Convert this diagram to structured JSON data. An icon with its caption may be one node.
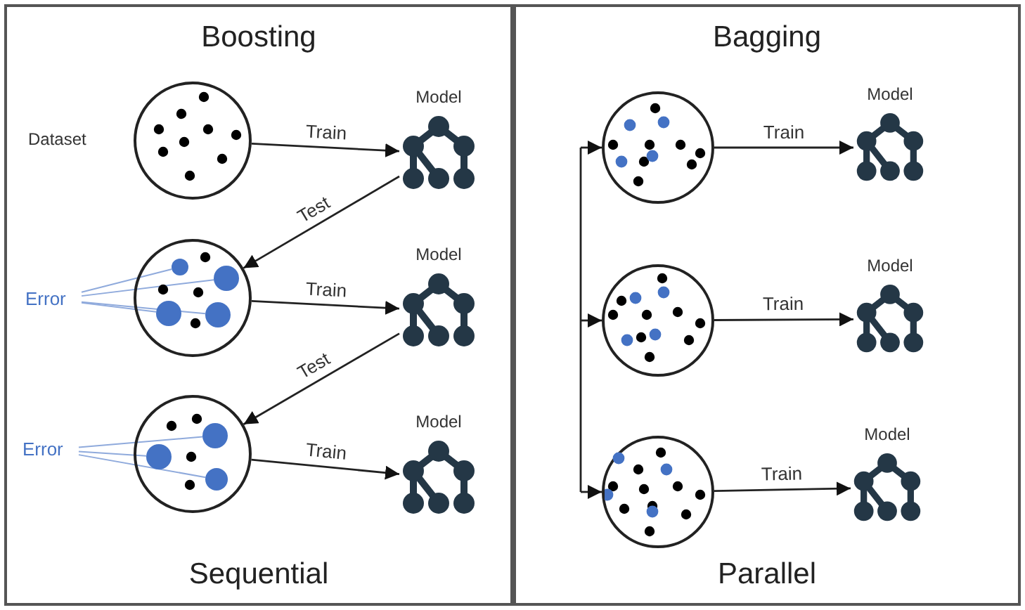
{
  "diagram": {
    "nodes": [
      {
        "text": [
          "Boosting",
          "Sequential"
        ]
      },
      {
        "text": [],
        "shape": "circle",
        "in": 0,
        "beside": [
          "Dataset"
        ]
      },
      {
        "text": [],
        "shape": "tree",
        "in": 0,
        "beside": [
          "Model"
        ]
      },
      {
        "text": [
          "Error"
        ],
        "in": 0
      },
      {
        "text": [],
        "shape": "circle",
        "in": 0
      },
      {
        "text": [],
        "shape": "circle",
        "in": 4
      },
      {
        "text": [],
        "shape": "circle",
        "in": 4
      },
      {
        "text": [],
        "shape": "circle",
        "in": 4
      },
      {
        "text": [],
        "shape": "circle",
        "in": 4
      },
      {
        "text": [],
        "shape": "tree",
        "in": 0,
        "beside": [
          "Model"
        ]
      },
      {
        "text": [
          "Error"
        ],
        "in": 0
      },
      {
        "text": [],
        "shape": "circle",
        "in": 0
      },
      {
        "text": [],
        "shape": "circle",
        "in": 11
      },
      {
        "text": [],
        "shape": "circle",
        "in": 11
      },
      {
        "text": [],
        "shape": "circle",
        "in": 11
      },
      {
        "text": [],
        "shape": "tree",
        "in": 0,
        "beside": [
          "Model"
        ]
      },
      {
        "text": [
          "Bagging",
          "Parallel"
        ]
      },
      {
        "text": [],
        "shape": "circle",
        "in": 16
      },
      {
        "text": [],
        "shape": "tree",
        "in": 16,
        "beside": [
          "Model"
        ]
      },
      {
        "text": [],
        "shape": "circle",
        "in": 16
      },
      {
        "text": [],
        "shape": "tree",
        "in": 16,
        "beside": [
          "Model"
        ]
      },
      {
        "text": [],
        "shape": "circle",
        "in": 16
      },
      {
        "text": [],
        "shape": "tree",
        "in": 16,
        "beside": [
          "Model"
        ]
      }
    ],
    "edges": [
      {
        "from": 1,
        "to": 2,
        "arrow": "to",
        "label": "Train"
      },
      {
        "from": 2,
        "to": 4,
        "arrow": "to",
        "label": "Test"
      },
      {
        "from": 4,
        "to": 9,
        "arrow": "to",
        "label": "Train"
      },
      {
        "from": 9,
        "to": 11,
        "arrow": "to",
        "label": "Test"
      },
      {
        "from": 11,
        "to": 15,
        "arrow": "to",
        "label": "Train"
      },
      {
        "from": 3,
        "to": 5,
        "arrow": "none",
        "color": "#8faadc"
      },
      {
        "from": 3,
        "to": 6,
        "arrow": "none",
        "color": "#8faadc"
      },
      {
        "from": 3,
        "to": 7,
        "arrow": "none",
        "color": "#8faadc"
      },
      {
        "from": 3,
        "to": 8,
        "arrow": "none",
        "color": "#8faadc"
      },
      {
        "from": 10,
        "to": 12,
        "arrow": "none",
        "color": "#8faadc"
      },
      {
        "from": 10,
        "to": 13,
        "arrow": "none",
        "color": "#8faadc"
      },
      {
        "from": 10,
        "to": 14,
        "arrow": "none",
        "color": "#8faadc"
      },
      {
        "from": null,
        "to": 17,
        "arrow": "to"
      },
      {
        "from": null,
        "to": 19,
        "arrow": "to"
      },
      {
        "from": null,
        "to": 21,
        "arrow": "to"
      },
      {
        "from": 17,
        "to": 18,
        "arrow": "to",
        "label": "Train"
      },
      {
        "from": 19,
        "to": 20,
        "arrow": "to",
        "label": "Train"
      },
      {
        "from": 21,
        "to": 22,
        "arrow": "to",
        "label": "Train"
      }
    ]
  }
}
